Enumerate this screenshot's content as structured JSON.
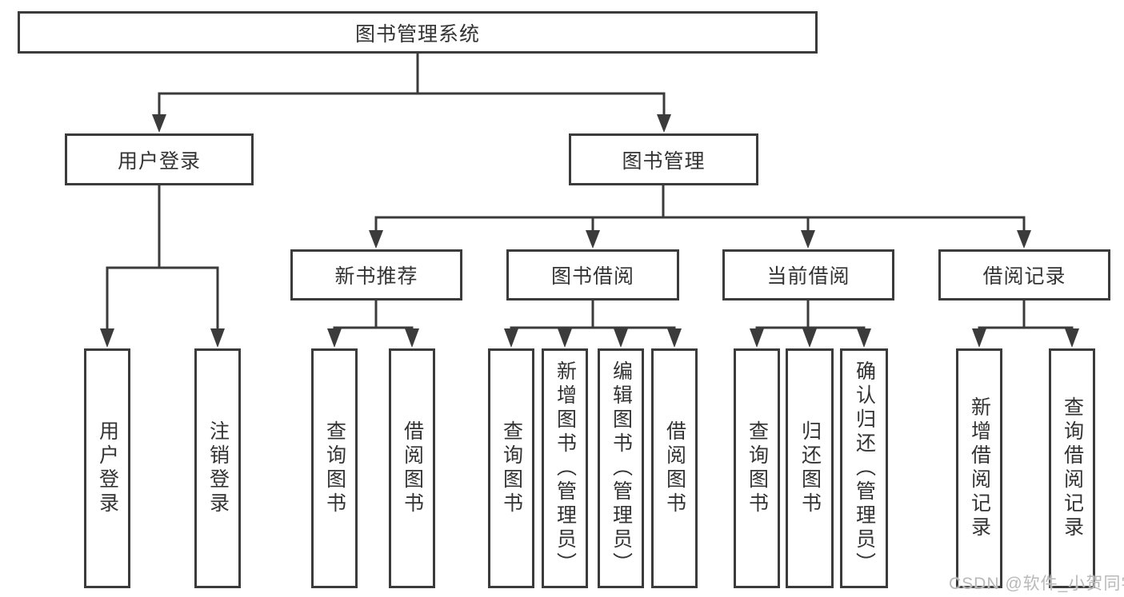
{
  "diagram_title": "图书管理系统",
  "login_branch": {
    "label": "用户登录",
    "leaves": [
      "用户登录",
      "注销登录"
    ]
  },
  "mgmt_branch": {
    "label": "图书管理",
    "groups": [
      {
        "label": "新书推荐",
        "leaves": [
          "查询图书",
          "借阅图书"
        ]
      },
      {
        "label": "图书借阅",
        "leaves": [
          "查询图书",
          "新增图书（管理员）",
          "编辑图书（管理员）",
          "借阅图书"
        ]
      },
      {
        "label": "当前借阅",
        "leaves": [
          "查询图书",
          "归还图书",
          "确认归还（管理员）"
        ]
      },
      {
        "label": "借阅记录",
        "leaves": [
          "新增借阅记录",
          "查询借阅记录"
        ]
      }
    ]
  },
  "watermark": "CSDN @软件_小贺同学",
  "colors": {
    "line": "#3b3b3b",
    "text": "#333333",
    "watermark": "#b9b9b9",
    "background": "#ffffff"
  }
}
